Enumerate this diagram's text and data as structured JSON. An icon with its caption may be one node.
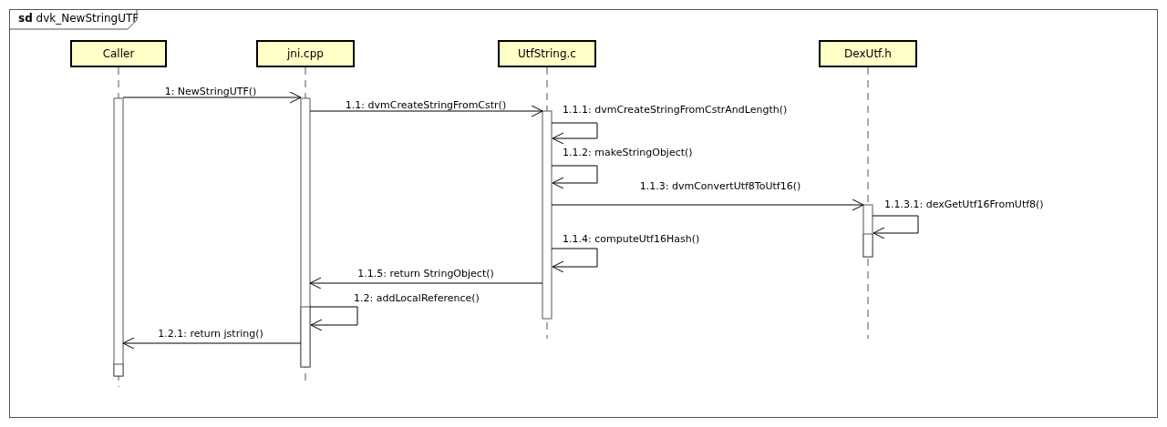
{
  "diagram": {
    "title": "**sd** dvk_NewStringUTF",
    "nodes": [
      {
        "text": [
          "Caller"
        ]
      },
      {
        "text": [
          "jni.cpp"
        ]
      },
      {
        "text": [
          "UtfString.c"
        ]
      },
      {
        "text": [
          "DexUtf.h"
        ]
      }
    ],
    "edges": [
      {
        "from": 0,
        "to": 1,
        "arrow": "to",
        "label": "1: NewStringUTF()"
      },
      {
        "from": 1,
        "to": 2,
        "arrow": "to",
        "label": "1.1: dvmCreateStringFromCstr()"
      },
      {
        "from": 2,
        "to": 2,
        "arrow": "to",
        "label": "1.1.1: dvmCreateStringFromCstrAndLength()"
      },
      {
        "from": 2,
        "to": 2,
        "arrow": "to",
        "label": "1.1.2: makeStringObject()"
      },
      {
        "from": 2,
        "to": 3,
        "arrow": "to",
        "label": "1.1.3: dvmConvertUtf8ToUtf16()"
      },
      {
        "from": 3,
        "to": 3,
        "arrow": "to",
        "label": "1.1.3.1: dexGetUtf16FromUtf8()"
      },
      {
        "from": 2,
        "to": 2,
        "arrow": "to",
        "label": "1.1.4: computeUtf16Hash()"
      },
      {
        "from": 2,
        "to": 1,
        "arrow": "to",
        "label": "1.1.5: return StringObject()"
      },
      {
        "from": 1,
        "to": 1,
        "arrow": "to",
        "label": "1.2: addLocalReference()"
      },
      {
        "from": 1,
        "to": 0,
        "arrow": "to",
        "label": "1.2.1: return jstring()"
      }
    ]
  }
}
